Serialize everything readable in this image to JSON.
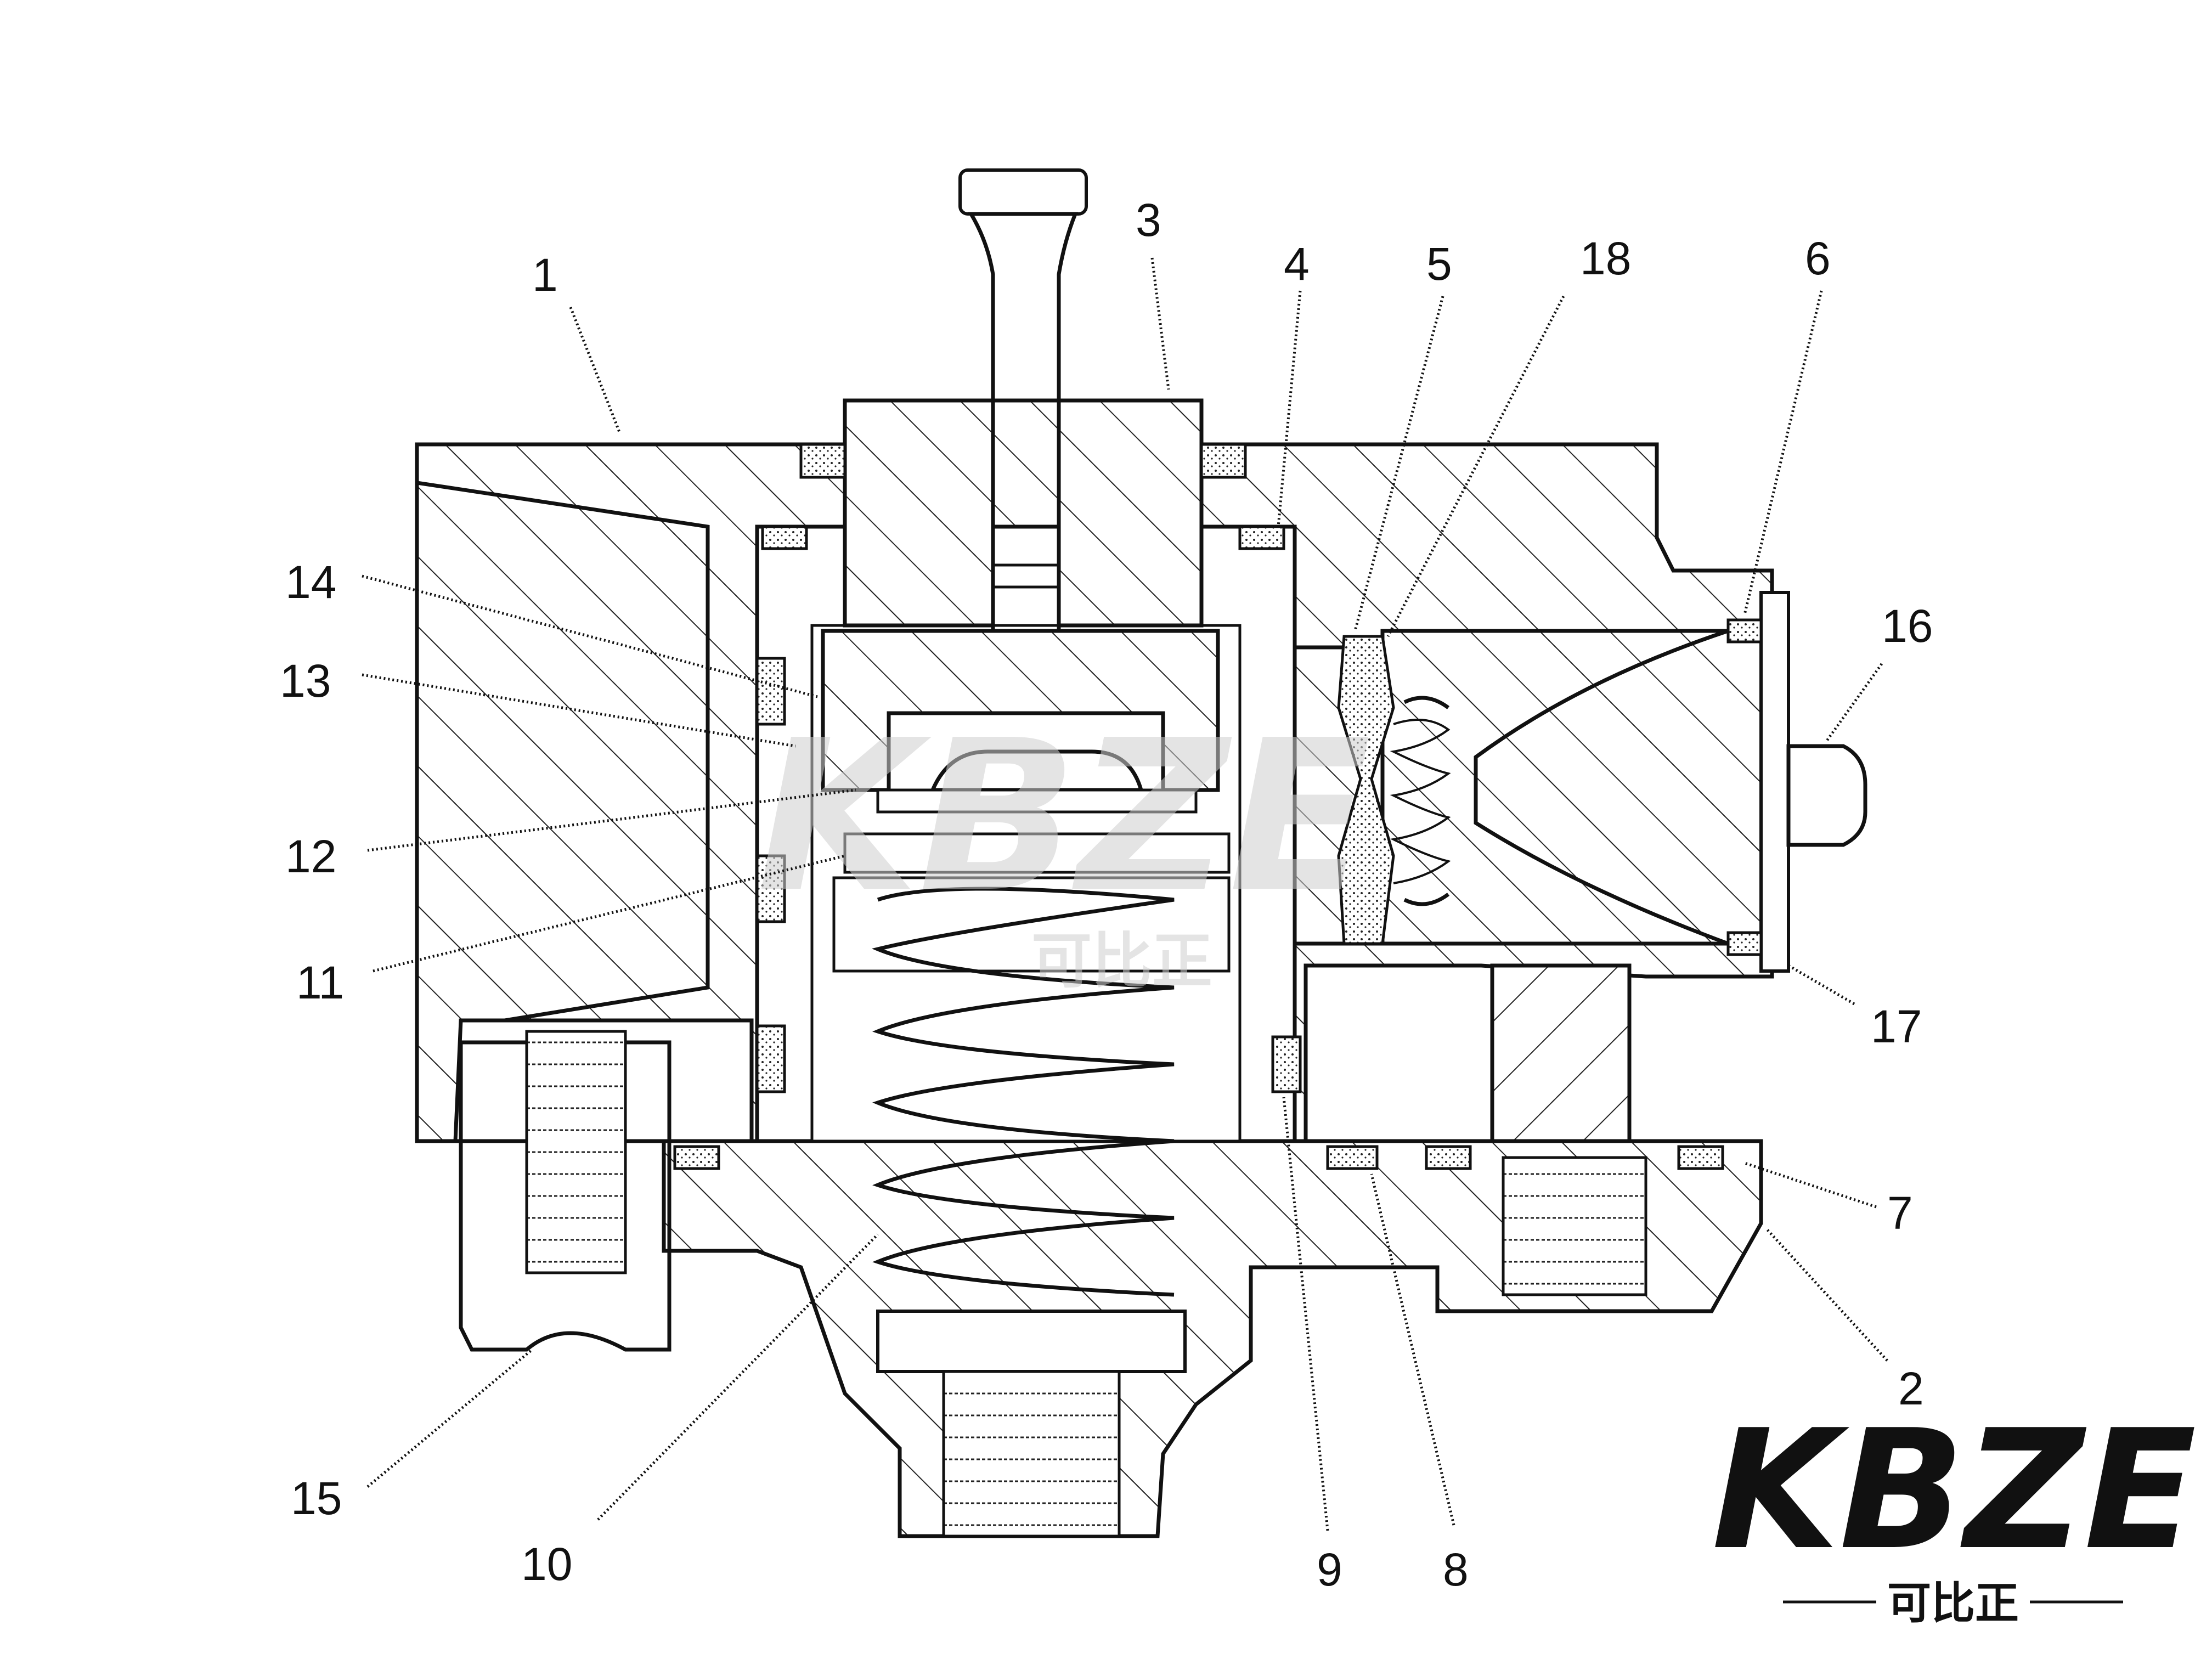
{
  "diagram": {
    "callouts": [
      {
        "id": "1",
        "label": "1"
      },
      {
        "id": "2",
        "label": "2"
      },
      {
        "id": "3",
        "label": "3"
      },
      {
        "id": "4",
        "label": "4"
      },
      {
        "id": "5",
        "label": "5"
      },
      {
        "id": "6",
        "label": "6"
      },
      {
        "id": "7",
        "label": "7"
      },
      {
        "id": "8",
        "label": "8"
      },
      {
        "id": "9",
        "label": "9"
      },
      {
        "id": "10",
        "label": "10"
      },
      {
        "id": "11",
        "label": "11"
      },
      {
        "id": "12",
        "label": "12"
      },
      {
        "id": "13",
        "label": "13"
      },
      {
        "id": "14",
        "label": "14"
      },
      {
        "id": "15",
        "label": "15"
      },
      {
        "id": "16",
        "label": "16"
      },
      {
        "id": "17",
        "label": "17"
      },
      {
        "id": "18",
        "label": "18"
      }
    ]
  },
  "logo": {
    "brand": "KBZE",
    "subtitle": "可比正",
    "accent_color": "#111111"
  },
  "watermark": {
    "brand": "KBZE",
    "subtitle": "可比正"
  }
}
